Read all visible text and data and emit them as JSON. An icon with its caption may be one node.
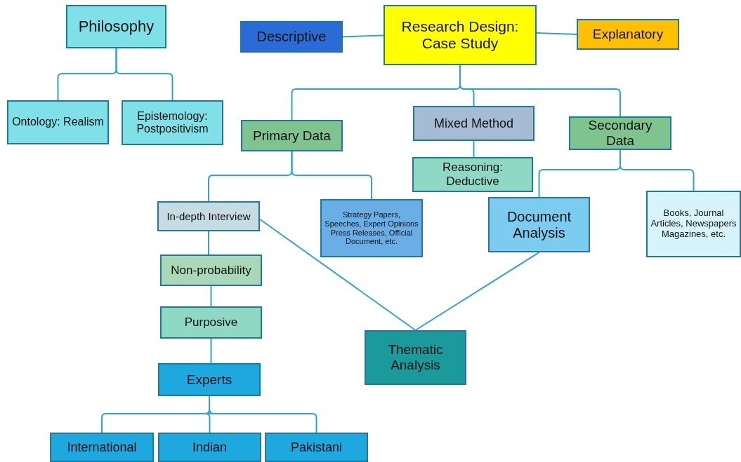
{
  "diagram": {
    "nodes": [
      {
        "text": [
          "Philosophy"
        ]
      },
      {
        "text": [
          "Ontology: Realism"
        ]
      },
      {
        "text": [
          "Epistemology: Postpositivism"
        ]
      },
      {
        "text": [
          "Descriptive"
        ]
      },
      {
        "text": [
          "Research Design: Case Study"
        ]
      },
      {
        "text": [
          "Explanatory"
        ]
      },
      {
        "text": [
          "Primary Data"
        ]
      },
      {
        "text": [
          "Mixed Method"
        ]
      },
      {
        "text": [
          "Reasoning: Deductive"
        ]
      },
      {
        "text": [
          "Secondary Data"
        ]
      },
      {
        "text": [
          "In-depth Interview"
        ]
      },
      {
        "text": [
          "Strategy Papers, Speeches, Expert Opinions Press Releases, Official Document, etc."
        ]
      },
      {
        "text": [
          "Document Analysis"
        ]
      },
      {
        "text": [
          "Books, Journal Articles, Newspapers Magazines, etc."
        ]
      },
      {
        "text": [
          "Non-probability"
        ]
      },
      {
        "text": [
          "Purposive"
        ]
      },
      {
        "text": [
          "Experts"
        ]
      },
      {
        "text": [
          "Thematic Analysis"
        ]
      },
      {
        "text": [
          "International"
        ]
      },
      {
        "text": [
          "Indian"
        ]
      },
      {
        "text": [
          "Pakistani"
        ]
      }
    ],
    "edges": [
      {
        "from": 0,
        "to": 1,
        "arrow": "none"
      },
      {
        "from": 0,
        "to": 2,
        "arrow": "none"
      },
      {
        "from": 4,
        "to": 3,
        "arrow": "none"
      },
      {
        "from": 4,
        "to": 5,
        "arrow": "none"
      },
      {
        "from": 4,
        "to": 6,
        "arrow": "none"
      },
      {
        "from": 4,
        "to": 7,
        "arrow": "none"
      },
      {
        "from": 4,
        "to": 9,
        "arrow": "none"
      },
      {
        "from": 7,
        "to": 8,
        "arrow": "none"
      },
      {
        "from": 6,
        "to": 10,
        "arrow": "none"
      },
      {
        "from": 6,
        "to": 11,
        "arrow": "none"
      },
      {
        "from": 9,
        "to": 12,
        "arrow": "none"
      },
      {
        "from": 9,
        "to": 13,
        "arrow": "none"
      },
      {
        "from": 10,
        "to": 14,
        "arrow": "none"
      },
      {
        "from": 14,
        "to": 15,
        "arrow": "none"
      },
      {
        "from": 15,
        "to": 16,
        "arrow": "none"
      },
      {
        "from": 16,
        "to": 18,
        "arrow": "none"
      },
      {
        "from": 16,
        "to": 19,
        "arrow": "none"
      },
      {
        "from": 16,
        "to": 20,
        "arrow": "none"
      },
      {
        "from": 10,
        "to": 17,
        "arrow": "none"
      },
      {
        "from": 12,
        "to": 17,
        "arrow": "none"
      }
    ]
  }
}
